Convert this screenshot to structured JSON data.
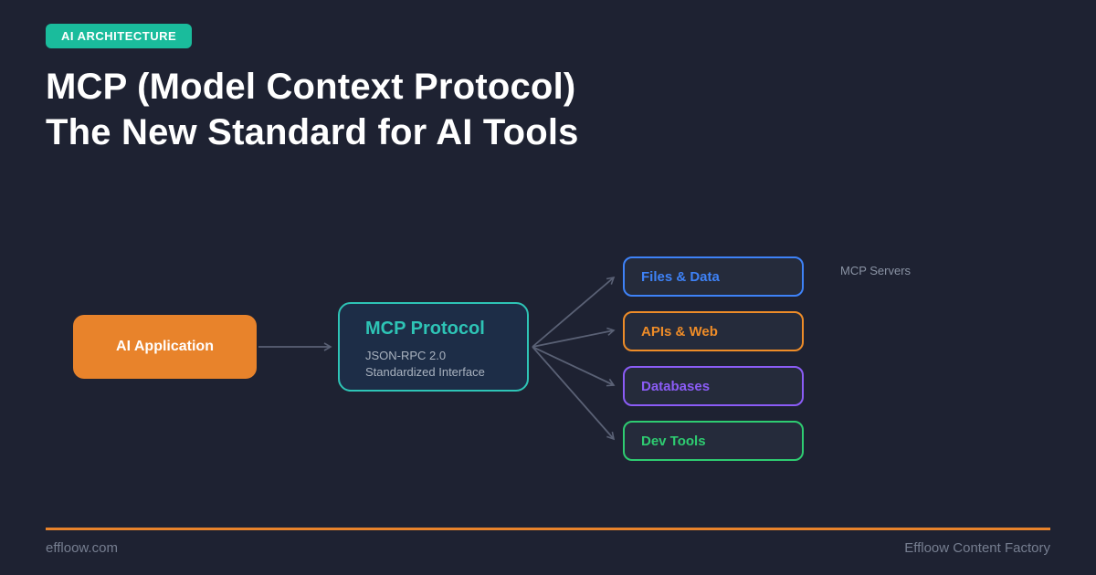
{
  "page": {
    "background": "#1e2232"
  },
  "badge": {
    "label": "AI ARCHITECTURE",
    "bg": "#1abc9c"
  },
  "title": {
    "line1": "MCP (Model Context Protocol)",
    "line2": "The New Standard for AI Tools"
  },
  "diagram": {
    "connector_color": "#5a6175",
    "client": {
      "label": "AI Application",
      "fill": "#e8832b"
    },
    "protocol": {
      "title": "MCP Protocol",
      "line1": "JSON-RPC 2.0",
      "line2": "Standardized Interface",
      "accent": "#2ec4b6",
      "fill": "#1d2d47"
    },
    "servers_label": "MCP Servers",
    "servers": [
      {
        "label": "Files & Data",
        "accent": "#3e82f7"
      },
      {
        "label": "APIs & Web",
        "accent": "#ee8c28"
      },
      {
        "label": "Databases",
        "accent": "#8b5cf6"
      },
      {
        "label": "Dev Tools",
        "accent": "#2ecc71"
      }
    ]
  },
  "footer": {
    "left": "effloow.com",
    "right": "Effloow Content Factory",
    "accent": "#e8832b"
  }
}
